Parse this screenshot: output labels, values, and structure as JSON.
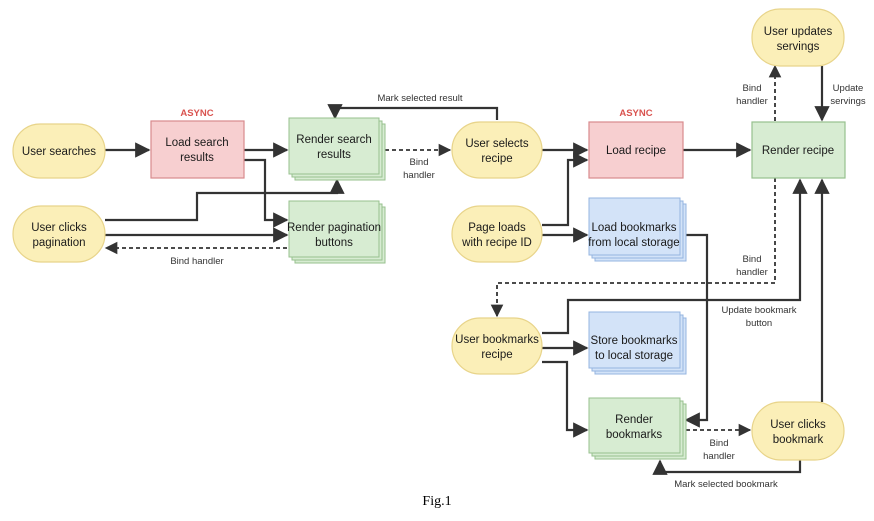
{
  "diagram": {
    "nodes": {
      "user_searches": "User searches",
      "user_clicks_pagination": [
        "User clicks",
        "pagination"
      ],
      "load_search_results": [
        "Load search",
        "results"
      ],
      "render_search_results": [
        "Render search",
        "results"
      ],
      "render_pagination_buttons": [
        "Render pagination",
        "buttons"
      ],
      "user_selects_recipe": [
        "User selects",
        "recipe"
      ],
      "page_loads": [
        "Page loads",
        "with recipe ID"
      ],
      "load_recipe": "Load recipe",
      "load_bookmarks": [
        "Load bookmarks",
        "from local storage"
      ],
      "render_recipe": "Render recipe",
      "user_updates_servings": [
        "User updates",
        "servings"
      ],
      "user_bookmarks_recipe": [
        "User bookmarks",
        "recipe"
      ],
      "store_bookmarks": [
        "Store bookmarks",
        "to local storage"
      ],
      "render_bookmarks": [
        "Render",
        "bookmarks"
      ],
      "user_clicks_bookmark": [
        "User clicks",
        "bookmark"
      ]
    },
    "badges": {
      "async_1": "ASYNC",
      "async_2": "ASYNC"
    },
    "edge_labels": {
      "mark_selected_result": "Mark selected result",
      "bind_handler_search": [
        "Bind",
        "handler"
      ],
      "bind_handler_pagination": "Bind handler",
      "bind_handler_servings": [
        "Bind",
        "handler"
      ],
      "update_servings": [
        "Update",
        "servings"
      ],
      "bind_handler_bookmark_btn": [
        "Bind",
        "handler"
      ],
      "update_bookmark_button": [
        "Update bookmark",
        "button"
      ],
      "bind_handler_bookmarks": [
        "Bind",
        "handler"
      ],
      "mark_selected_bookmark": "Mark selected bookmark"
    }
  },
  "caption": "Fig.1",
  "colors": {
    "event_fill": "#fbefb8",
    "event_stroke": "#e8d48a",
    "async_fill": "#f7cfd0",
    "async_stroke": "#d88a8d",
    "render_fill": "#d7ecd2",
    "render_stroke": "#97c08e",
    "storage_fill": "#d3e3f8",
    "storage_stroke": "#94b4e0",
    "edge": "#333333",
    "async_label": "#d9534f"
  }
}
